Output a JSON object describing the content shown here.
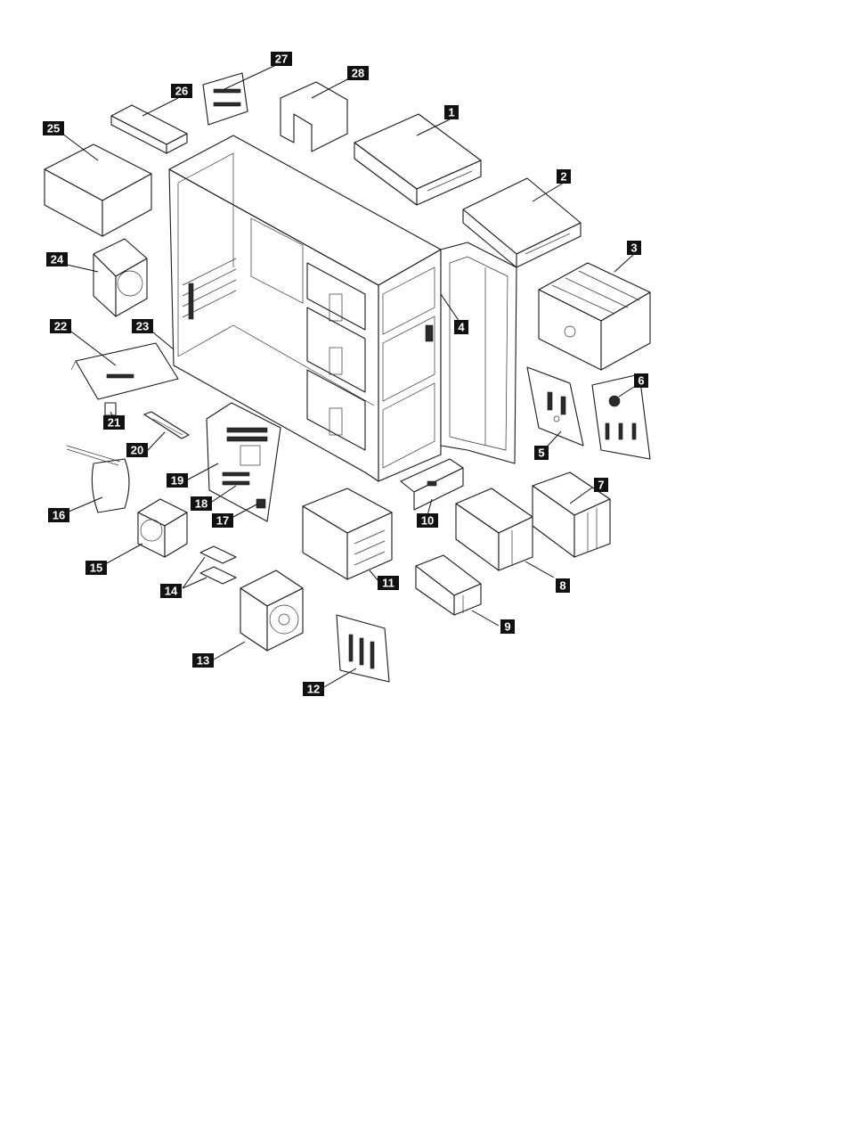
{
  "callouts": [
    {
      "id": "1",
      "label": "1"
    },
    {
      "id": "2",
      "label": "2"
    },
    {
      "id": "3",
      "label": "3"
    },
    {
      "id": "4",
      "label": "4"
    },
    {
      "id": "5",
      "label": "5"
    },
    {
      "id": "6",
      "label": "6"
    },
    {
      "id": "7",
      "label": "7"
    },
    {
      "id": "8",
      "label": "8"
    },
    {
      "id": "9",
      "label": "9"
    },
    {
      "id": "10",
      "label": "10"
    },
    {
      "id": "11",
      "label": "11"
    },
    {
      "id": "12",
      "label": "12"
    },
    {
      "id": "13",
      "label": "13"
    },
    {
      "id": "14",
      "label": "14"
    },
    {
      "id": "15",
      "label": "15"
    },
    {
      "id": "16",
      "label": "16"
    },
    {
      "id": "17",
      "label": "17"
    },
    {
      "id": "18",
      "label": "18"
    },
    {
      "id": "19",
      "label": "19"
    },
    {
      "id": "20",
      "label": "20"
    },
    {
      "id": "21",
      "label": "21"
    },
    {
      "id": "22",
      "label": "22"
    },
    {
      "id": "23",
      "label": "23"
    },
    {
      "id": "24",
      "label": "24"
    },
    {
      "id": "25",
      "label": "25"
    },
    {
      "id": "26",
      "label": "26"
    },
    {
      "id": "27",
      "label": "27"
    },
    {
      "id": "28",
      "label": "28"
    }
  ],
  "colors": {
    "line": "#1a1a1a",
    "callout_background": "#111111",
    "callout_text": "#ffffff",
    "page_background": "#ffffff"
  }
}
